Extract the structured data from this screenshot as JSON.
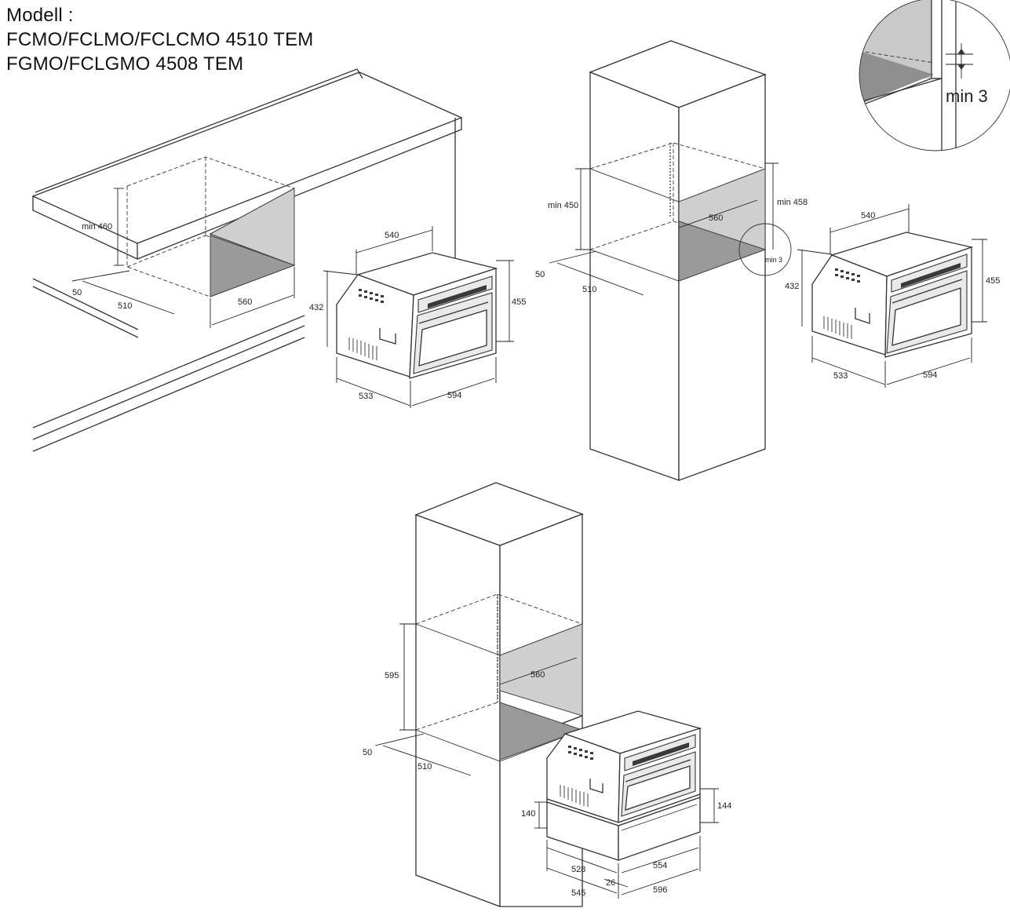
{
  "header": {
    "line1": "Modell :",
    "line2": "FCMO/FCLMO/FCLCMO 4510 TEM",
    "line3": "FGMO/FCLGMO 4508 TEM"
  },
  "views": {
    "under_counter": {
      "min_height": "min 460",
      "front_gap": "50",
      "depth": "510",
      "width": "560"
    },
    "oven_1": {
      "width_top": "540",
      "height_side": "432",
      "height_front": "455",
      "depth": "533",
      "width": "594"
    },
    "tall_unit_1": {
      "min_height": "min 450",
      "min_height_right": "min 458",
      "width": "560",
      "front_gap": "50",
      "depth": "510",
      "min_gap": "min 3"
    },
    "oven_2": {
      "width_top": "540",
      "height_side": "432",
      "height_front": "455",
      "depth": "533",
      "width": "594"
    },
    "detail": {
      "min_gap": "min 3"
    },
    "tall_unit_2": {
      "height": "595",
      "width": "560",
      "front_gap": "50",
      "depth": "510"
    },
    "oven_3_drawer": {
      "drawer_height_left": "140",
      "drawer_height_right": "144",
      "depth_inner": "528",
      "depth_outer": "545",
      "offset": "26",
      "width_inner": "554",
      "width_outer": "596"
    }
  },
  "colors": {
    "line": "#333333",
    "shade_light": "#cfcfcf",
    "shade_dark": "#9a9a9a"
  }
}
